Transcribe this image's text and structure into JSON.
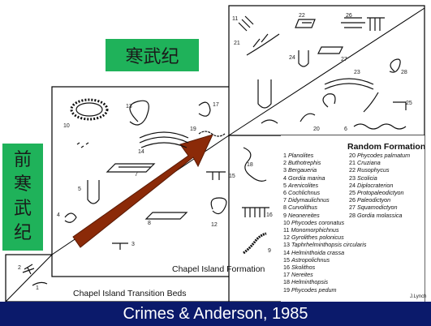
{
  "labels": {
    "cambrian": "寒武纪",
    "precambrian": "前\n寒\n武\n纪"
  },
  "stages": {
    "transition": "Chapel Island Transition Beds",
    "formation": "Chapel Island Formation",
    "random": "Random Formation"
  },
  "citation": "Crimes & Anderson, 1985",
  "credit": "J.Lynch",
  "legend_left": [
    {
      "n": "1",
      "name": "Planolites"
    },
    {
      "n": "2",
      "name": "Buthotrephis"
    },
    {
      "n": "3",
      "name": "Bergaueria"
    },
    {
      "n": "4",
      "name": "Gordia  marina"
    },
    {
      "n": "5",
      "name": "Arenicolites"
    },
    {
      "n": "6",
      "name": "Cochlichnus"
    },
    {
      "n": "7",
      "name": "Didymaulichnus"
    },
    {
      "n": "8",
      "name": "Curvolithus"
    },
    {
      "n": "9",
      "name": "Neonereites"
    },
    {
      "n": "10",
      "name": "Phycodes  coronatus"
    },
    {
      "n": "11",
      "name": "Monomorphichnus"
    },
    {
      "n": "12",
      "name": "Gyrolithes  polonicus"
    },
    {
      "n": "13",
      "name": "Taphrhelminthopsis  circularis"
    },
    {
      "n": "14",
      "name": "Helminthoida  crassa"
    },
    {
      "n": "15",
      "name": "Astropolichnus"
    },
    {
      "n": "16",
      "name": "Skolithos"
    },
    {
      "n": "17",
      "name": "Nereites"
    },
    {
      "n": "18",
      "name": "Helminthopsis"
    },
    {
      "n": "19",
      "name": "Phycodes  pedum"
    }
  ],
  "legend_right": [
    {
      "n": "20",
      "name": "Phycodes  palmatum"
    },
    {
      "n": "21",
      "name": "Cruziana"
    },
    {
      "n": "22",
      "name": "Rusophycus"
    },
    {
      "n": "23",
      "name": "Scolicia"
    },
    {
      "n": "24",
      "name": "Diplocraterion"
    },
    {
      "n": "25",
      "name": "Protopaleodictyon"
    },
    {
      "n": "26",
      "name": "Paleodictyon"
    },
    {
      "n": "27",
      "name": "Squamodictyon"
    },
    {
      "n": "28",
      "name": "Gordia  molassica"
    }
  ],
  "fossil_numbers": [
    "1",
    "2",
    "3",
    "4",
    "5",
    "6",
    "7",
    "8",
    "9",
    "10",
    "11",
    "12",
    "13",
    "14",
    "15",
    "16",
    "17",
    "18",
    "19",
    "20",
    "21",
    "22",
    "23",
    "24",
    "25",
    "26",
    "27",
    "28"
  ],
  "colors": {
    "label_bg": "#1fb25a",
    "arrow": "#8b2a08",
    "footer_bg": "#0b1a6b"
  }
}
